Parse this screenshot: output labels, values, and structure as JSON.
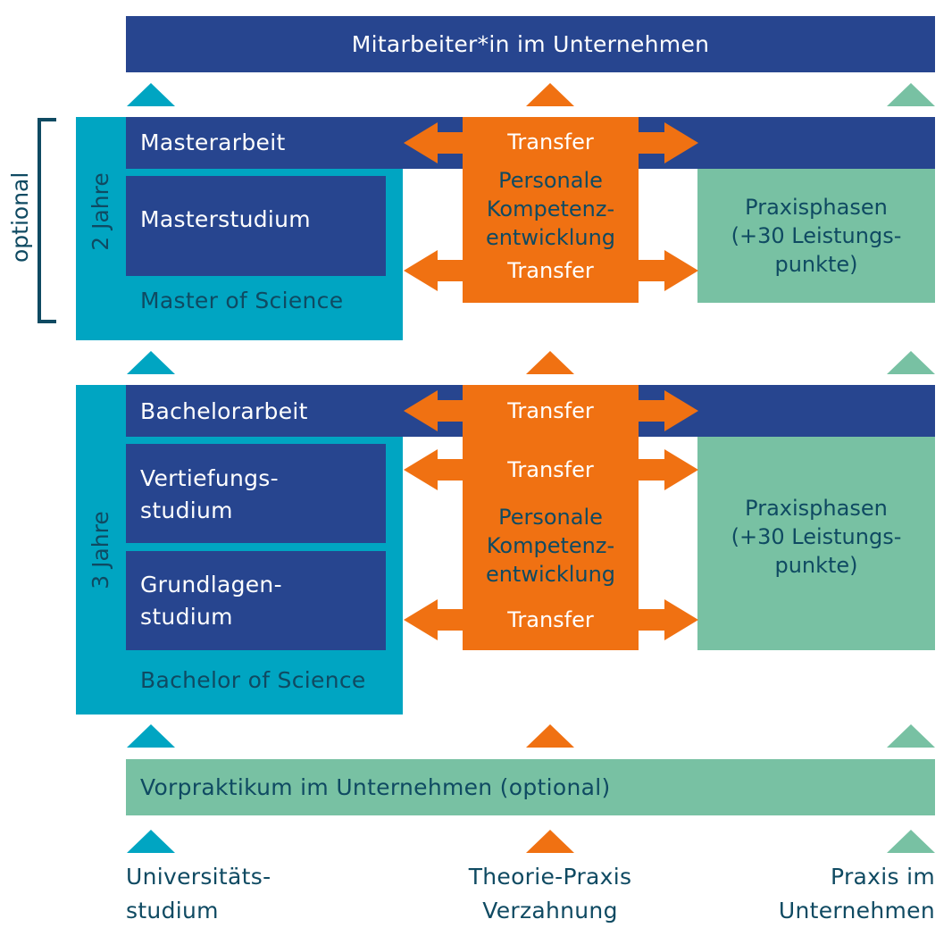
{
  "top_bar": "Mitarbeiter*in im Unternehmen",
  "optional_label": "optional",
  "master": {
    "years": "2 Jahre",
    "thesis": "Masterarbeit",
    "study": "Masterstudium",
    "degree": "Master of Science",
    "transfer_top": "Transfer",
    "transfer_bottom": "Transfer",
    "personal_lines": [
      "Personale",
      "Kompetenz-",
      "entwicklung"
    ],
    "practice_lines": [
      "Praxisphasen",
      "(+30 Leistungs-",
      "punkte)"
    ]
  },
  "bachelor": {
    "years": "3 Jahre",
    "thesis": "Bachelorarbeit",
    "study_deep_lines": [
      "Vertiefungs-",
      "studium"
    ],
    "study_basic_lines": [
      "Grundlagen-",
      "studium"
    ],
    "degree": "Bachelor of Science",
    "transfer_1": "Transfer",
    "transfer_2": "Transfer",
    "transfer_3": "Transfer",
    "personal_lines": [
      "Personale",
      "Kompetenz-",
      "entwicklung"
    ],
    "practice_lines": [
      "Praxisphasen",
      "(+30 Leistungs-",
      "punkte)"
    ]
  },
  "pre_internship": "Vorpraktikum im Unternehmen (optional)",
  "legend": {
    "uni_lines": [
      "Universitäts-",
      "studium"
    ],
    "theory_lines": [
      "Theorie-Praxis",
      "Verzahnung"
    ],
    "practice_lines": [
      "Praxis im",
      "Unternehmen"
    ]
  },
  "colors": {
    "navy": "#27458f",
    "teal": "#00a5c2",
    "green": "#78c1a3",
    "orange": "#f07112",
    "dark_text": "#0f4a62"
  }
}
